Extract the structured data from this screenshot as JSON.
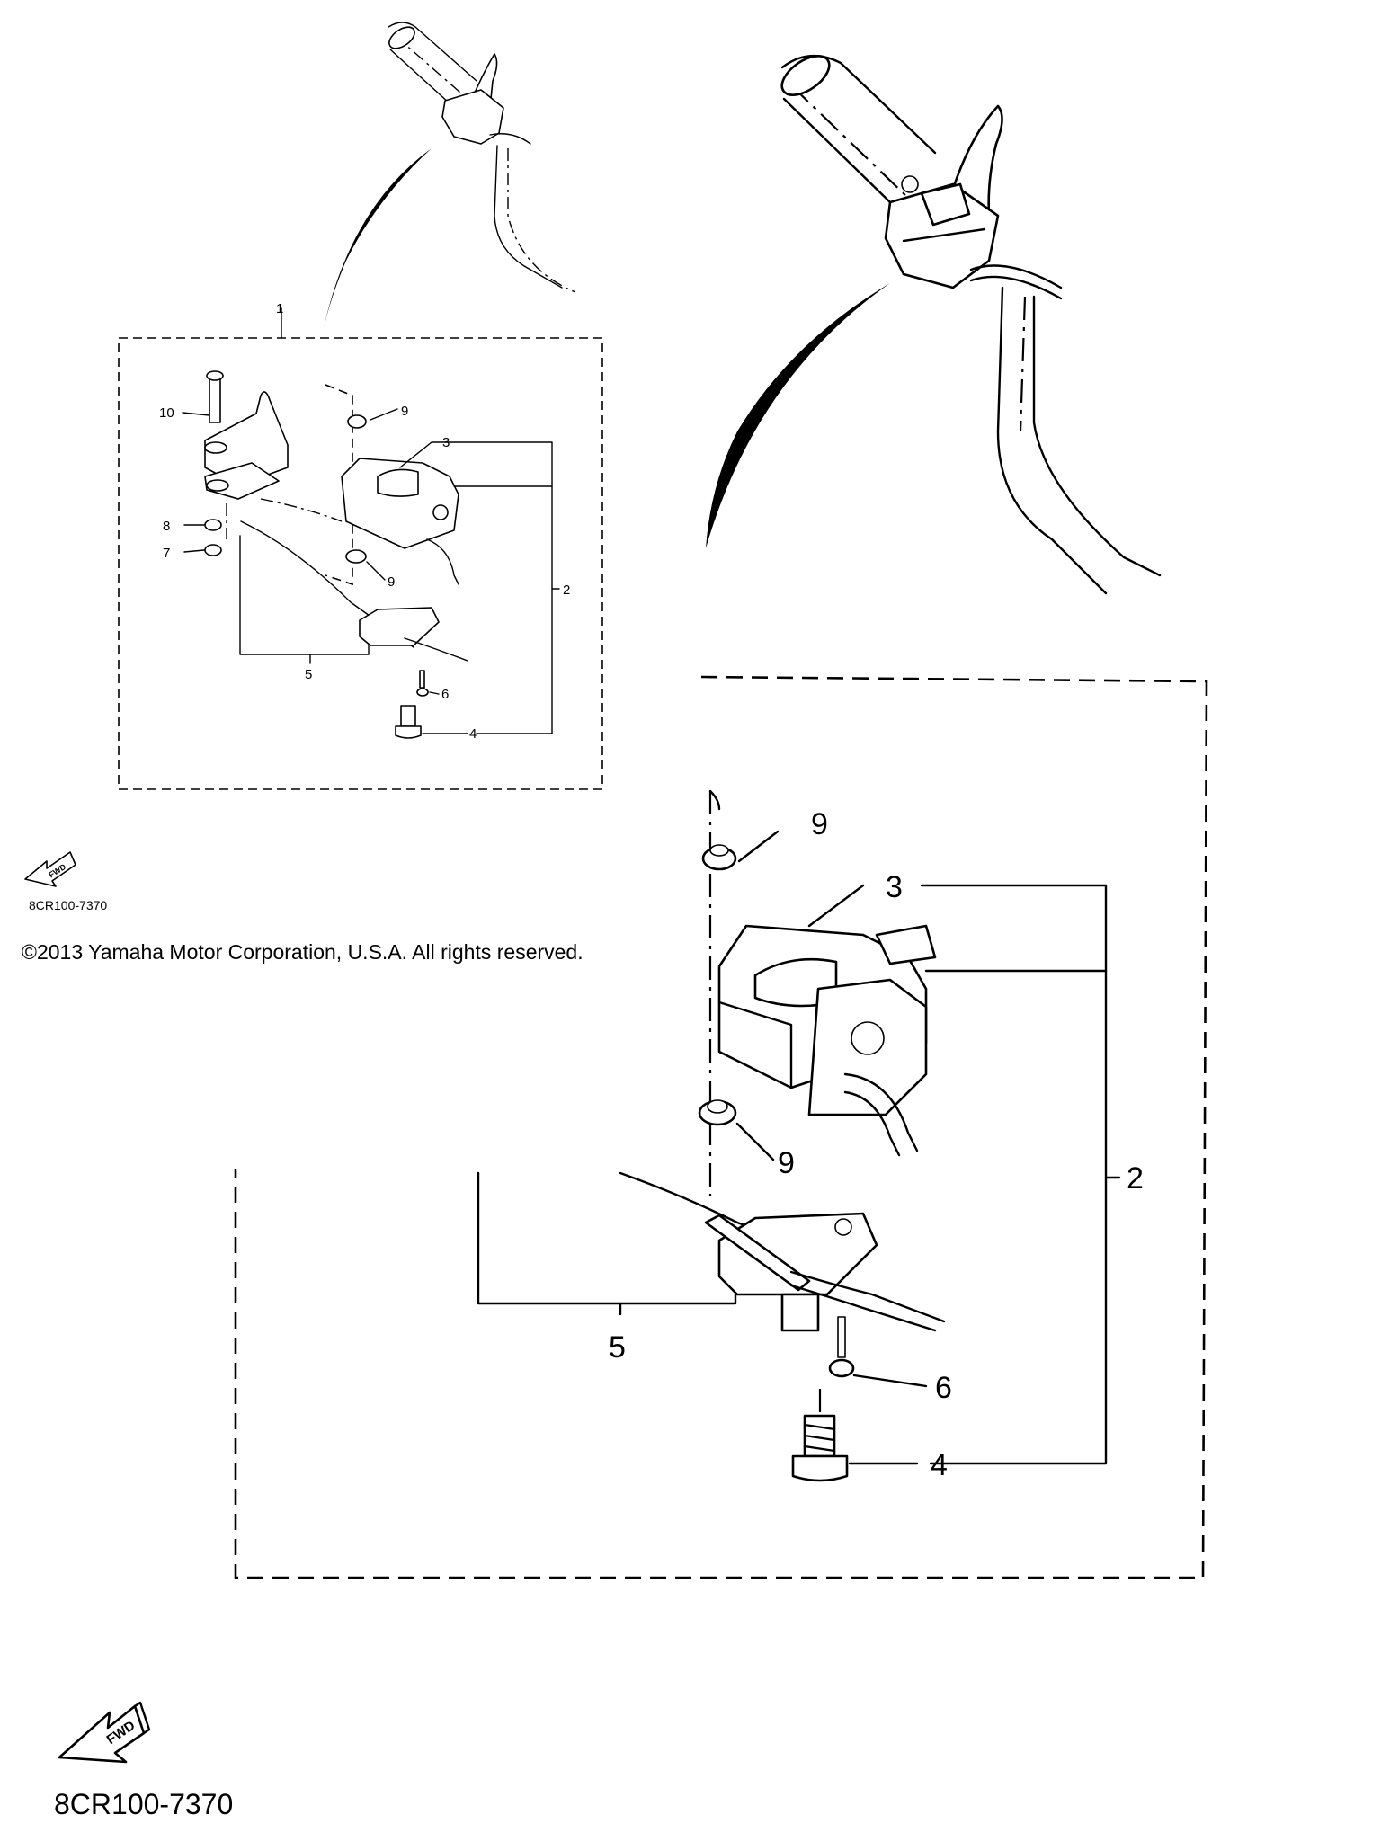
{
  "callouts": {
    "main": {
      "c2": "2",
      "c3": "3",
      "c4": "4",
      "c5": "5",
      "c6": "6",
      "c9a": "9",
      "c9b": "9"
    },
    "inset": {
      "c1": "1",
      "c2": "2",
      "c3": "3",
      "c4": "4",
      "c5": "5",
      "c6": "6",
      "c7": "7",
      "c8": "8",
      "c9a": "9",
      "c9b": "9",
      "c10": "10"
    }
  },
  "fwd_label": "FWD",
  "diagram_code_small": "8CR100-7370",
  "diagram_code_large": "8CR100-7370",
  "copyright": "©2013 Yamaha Motor Corporation, U.S.A. All rights reserved."
}
